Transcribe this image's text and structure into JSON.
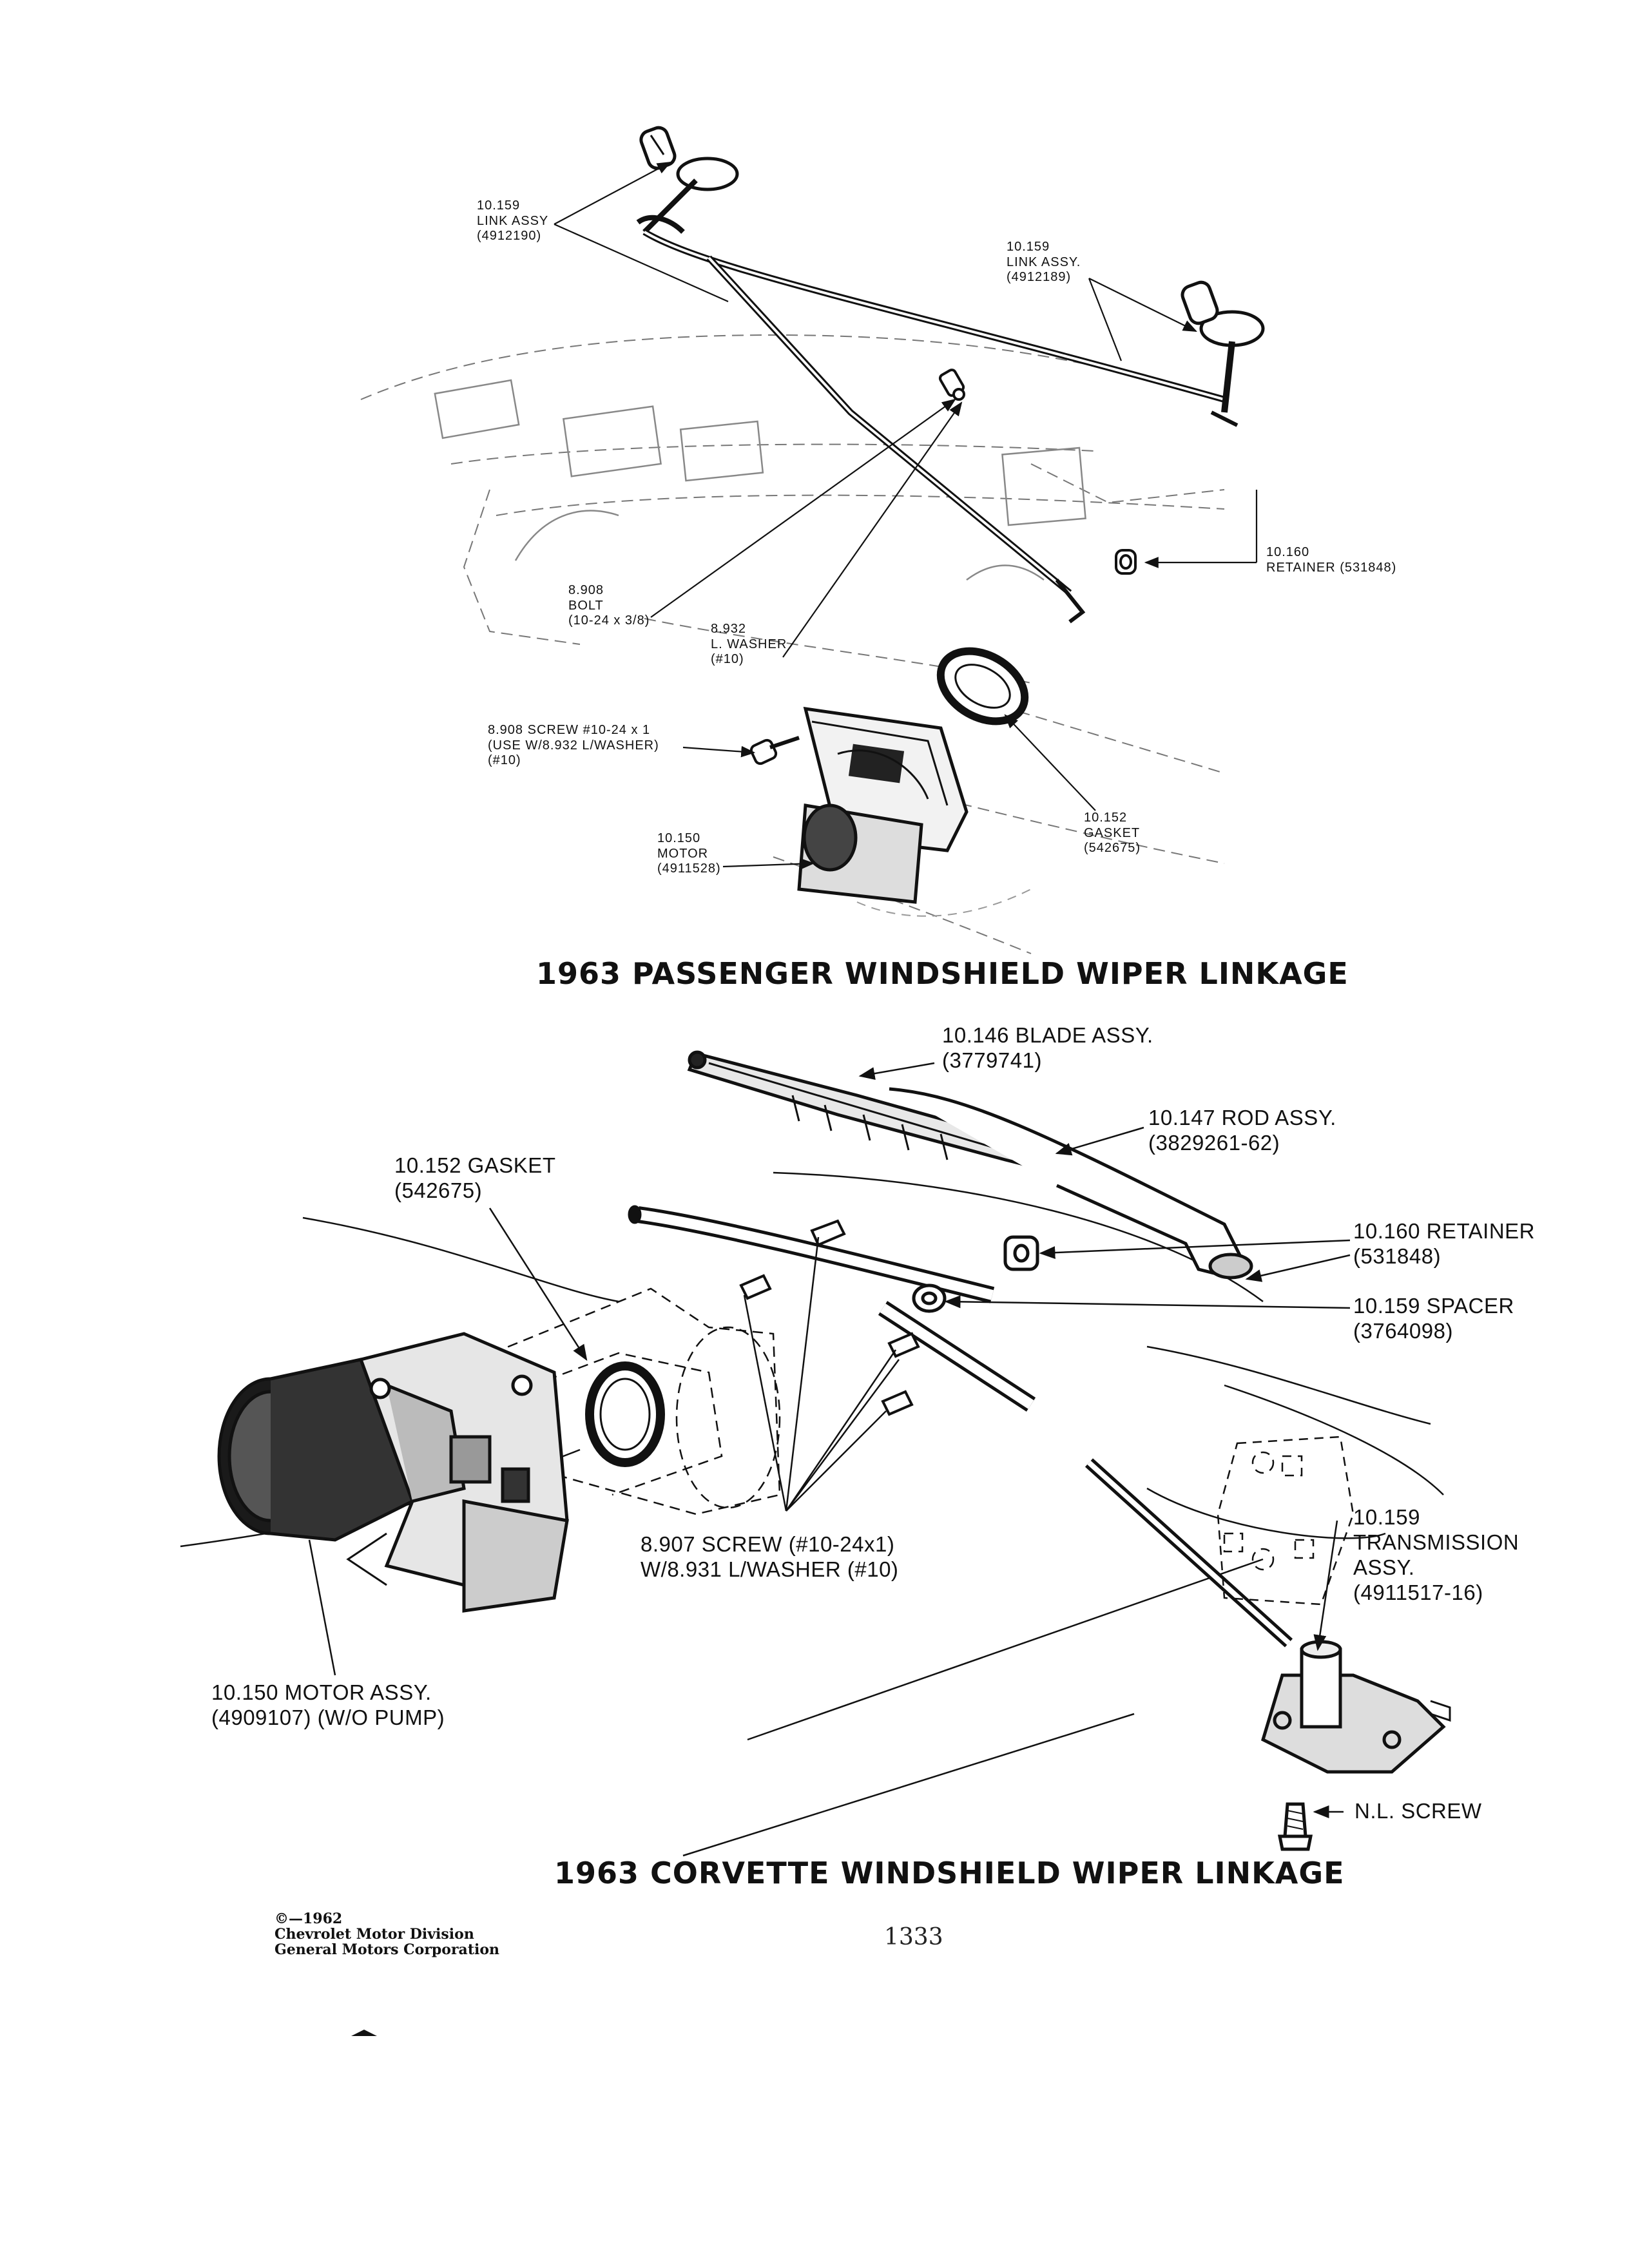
{
  "top": {
    "title": "1963 PASSENGER WINDSHIELD WIPER LINKAGE",
    "callouts": {
      "link_left": [
        "10.159",
        "LINK ASSY",
        "(4912190)"
      ],
      "link_right": [
        "10.159",
        "LINK ASSY.",
        "(4912189)"
      ],
      "retainer": [
        "10.160",
        "RETAINER (531848)"
      ],
      "bolt": [
        "8.908",
        "BOLT",
        "(10-24 x 3/8)"
      ],
      "washer": [
        "8.932",
        "L. WASHER",
        "(#10)"
      ],
      "screw": [
        "8.908 SCREW #10-24 x 1",
        "(USE W/8.932 L/WASHER)",
        "(#10)"
      ],
      "gasket": [
        "10.152",
        "GASKET",
        "(542675)"
      ],
      "motor": [
        "10.150",
        "MOTOR",
        "(4911528)"
      ]
    }
  },
  "bottom": {
    "title": "1963 CORVETTE WINDSHIELD WIPER LINKAGE",
    "callouts": {
      "blade": [
        "10.146 BLADE ASSY.",
        "(3779741)"
      ],
      "rod": [
        "10.147 ROD ASSY.",
        "(3829261-62)"
      ],
      "gasket": [
        "10.152 GASKET",
        "(542675)"
      ],
      "retainer": [
        "10.160 RETAINER",
        "(531848)"
      ],
      "spacer": [
        "10.159 SPACER",
        "(3764098)"
      ],
      "transmission": [
        "10.159",
        "TRANSMISSION",
        "ASSY.",
        "(4911517-16)"
      ],
      "screw": [
        "8.907 SCREW (#10-24x1)",
        "W/8.931 L/WASHER (#10)"
      ],
      "motor": [
        "10.150 MOTOR ASSY.",
        "(4909107) (W/O PUMP)"
      ],
      "nl_screw": [
        "N.L. SCREW"
      ]
    }
  },
  "footer": {
    "copyright": [
      "©—1962",
      "Chevrolet Motor Division",
      "General Motors Corporation"
    ],
    "page_number": "1333"
  }
}
